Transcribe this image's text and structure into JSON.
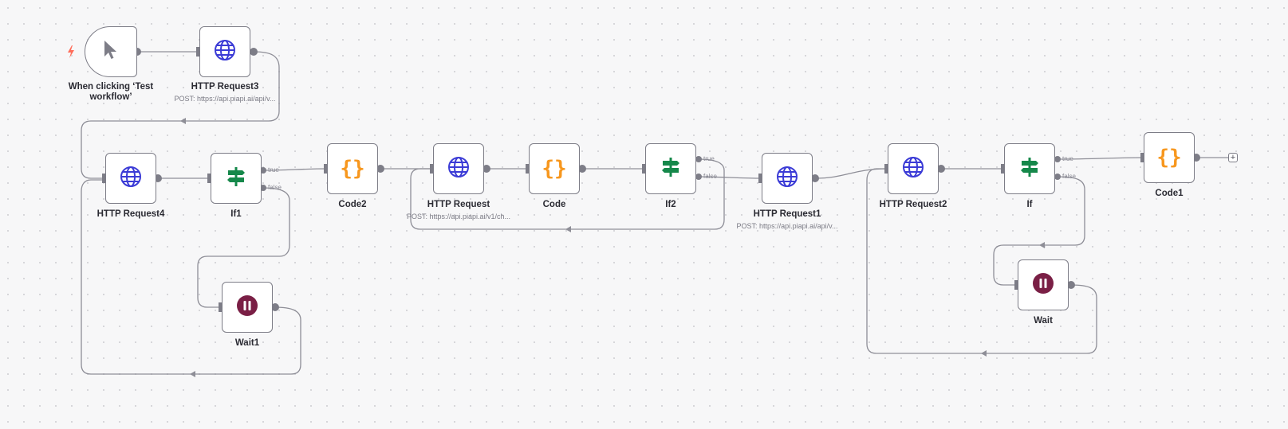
{
  "canvas": {
    "nodes": [
      {
        "id": "trigger",
        "label": "When clicking ‘Test workflow’",
        "icon": "cursor-arrow-icon"
      },
      {
        "id": "http3",
        "label": "HTTP Request3",
        "sublabel": "POST: https://api.piapi.ai/api/v...",
        "icon": "globe-icon"
      },
      {
        "id": "http4",
        "label": "HTTP Request4",
        "icon": "globe-icon"
      },
      {
        "id": "if1",
        "label": "If1",
        "icon": "signpost-icon"
      },
      {
        "id": "wait1",
        "label": "Wait1",
        "icon": "pause-icon"
      },
      {
        "id": "code2",
        "label": "Code2",
        "icon": "code-braces-icon"
      },
      {
        "id": "http",
        "label": "HTTP Request",
        "sublabel": "POST: https://api.piapi.ai/v1/ch...",
        "icon": "globe-icon"
      },
      {
        "id": "code",
        "label": "Code",
        "icon": "code-braces-icon"
      },
      {
        "id": "if2",
        "label": "If2",
        "icon": "signpost-icon"
      },
      {
        "id": "http1",
        "label": "HTTP Request1",
        "sublabel": "POST: https://api.piapi.ai/api/v...",
        "icon": "globe-icon"
      },
      {
        "id": "http2",
        "label": "HTTP Request2",
        "icon": "globe-icon"
      },
      {
        "id": "if",
        "label": "If",
        "icon": "signpost-icon"
      },
      {
        "id": "wait",
        "label": "Wait",
        "icon": "pause-icon"
      },
      {
        "id": "code1",
        "label": "Code1",
        "icon": "code-braces-icon"
      }
    ],
    "branch_labels": {
      "true": "true",
      "false": "false"
    },
    "add_button": "+",
    "colors": {
      "globe": "#3b3bd6",
      "code": "#f7971e",
      "signpost": "#15884a",
      "pause": "#7a1f45",
      "trigger_bolt": "#ff6d5a",
      "cursor": "#7d7d87"
    }
  }
}
